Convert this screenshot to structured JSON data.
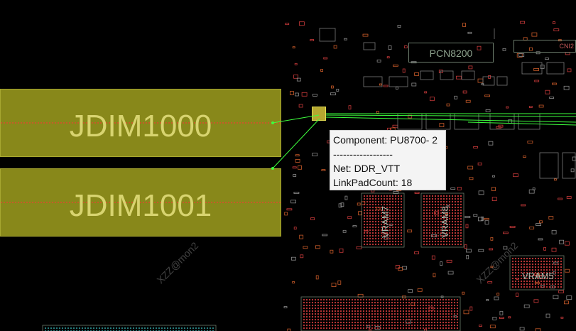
{
  "slots": [
    {
      "id": "jdim1000",
      "label": "JDIM1000"
    },
    {
      "id": "jdim1001",
      "label": "JDIM1001"
    }
  ],
  "tooltip": {
    "line1": "Component: PU8700- 2",
    "divider": "------------------",
    "net": "Net: DDR_VTT",
    "link": "LinkPadCount: 18"
  },
  "silkscreen": {
    "pcn": "PCN8200",
    "cn": "CNI2",
    "vram7": "VRAM7",
    "vram8": "VRAM8",
    "vram5": "VRAM5"
  },
  "watermark": "XZZ@mon2",
  "colors": {
    "background": "#000000",
    "slot_fill": "#88881a",
    "net_highlight": "#3dff3d",
    "pad_red": "#c83a3a",
    "pad_orange": "#c85a28",
    "outline_gray": "#6b7b6b"
  }
}
